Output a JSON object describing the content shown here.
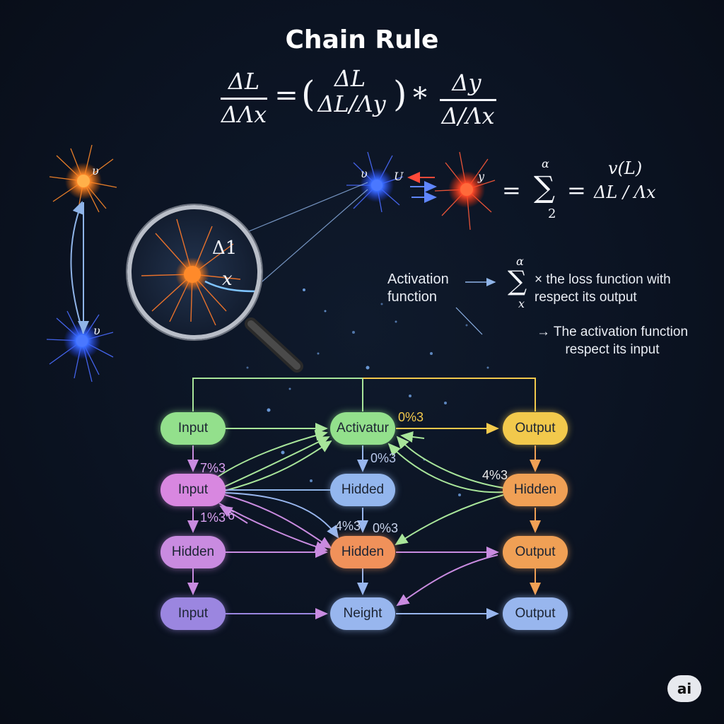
{
  "title": "Chain Rule",
  "equation": {
    "lhs_num": "ΔL",
    "lhs_den": "ΔΛx",
    "equals": "=",
    "paren_open": "(",
    "mid_num": "ΔL",
    "mid_den": "ΔL/Λy",
    "paren_close": ")",
    "times": "*",
    "rhs_num": "Δy",
    "rhs_den": "Δ/Λx"
  },
  "left_neurons": {
    "top_label": "υ",
    "bottom_label": "υ"
  },
  "magnifier": {
    "delta_label": "Δ1",
    "x_label": "x"
  },
  "top_right_equation": {
    "neuron_left_label": "υ",
    "neuron_left_label2": "U",
    "neuron_right_label": "y",
    "equals1": "=",
    "sum_top": "α",
    "sum_sign": "∑",
    "sum_bottom": "2",
    "equals2": "=",
    "frac_num": "v(L)",
    "frac_den": "ΔL / Λx"
  },
  "activation_block": {
    "label": "Activation function",
    "sum_top": "α",
    "sum_sign": "∑",
    "sum_bottom": "x",
    "desc1": "× the loss function with respect its output",
    "desc2": "→ The activation function respect its input"
  },
  "network": {
    "nodes": [
      {
        "id": "n1",
        "label": "Input",
        "color": "#93e08c"
      },
      {
        "id": "n2",
        "label": "Activatur",
        "color": "#93e08c"
      },
      {
        "id": "n3",
        "label": "Output",
        "color": "#f2c94c"
      },
      {
        "id": "n4",
        "label": "Input",
        "color": "#d887e0"
      },
      {
        "id": "n5",
        "label": "Hidded",
        "color": "#93b6ee"
      },
      {
        "id": "n6",
        "label": "Hidden",
        "color": "#f0a055"
      },
      {
        "id": "n7",
        "label": "Hidden",
        "color": "#c98be0"
      },
      {
        "id": "n8",
        "label": "Hidden",
        "color": "#f0915a"
      },
      {
        "id": "n9",
        "label": "Output",
        "color": "#f0a055"
      },
      {
        "id": "n10",
        "label": "Input",
        "color": "#9b86e0"
      },
      {
        "id": "n11",
        "label": "Neight",
        "color": "#98b6ee"
      },
      {
        "id": "n12",
        "label": "Output",
        "color": "#98b6ee"
      }
    ],
    "edge_labels": [
      "0%3",
      "0%3",
      "7%3",
      "4%3",
      "1%3",
      "6",
      "4%3",
      "0%3"
    ]
  },
  "badge": "ai"
}
